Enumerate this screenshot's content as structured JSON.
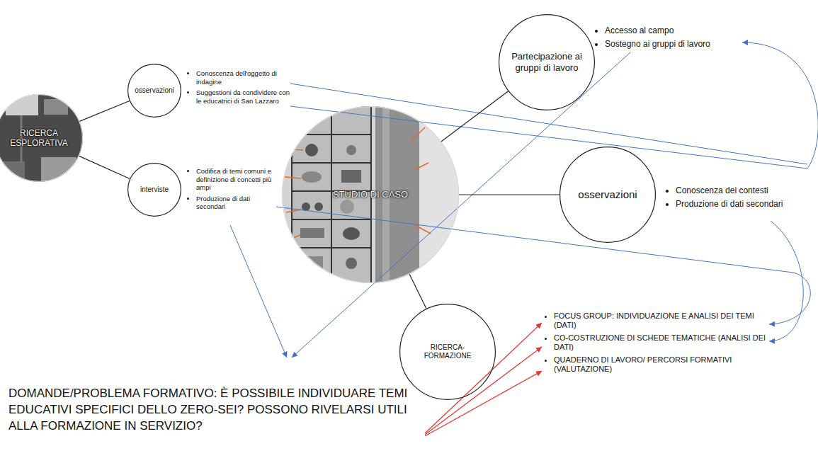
{
  "diagram": {
    "nodes": [
      {
        "text": [
          "RICERCA ESPLORATIVA"
        ]
      },
      {
        "text": [
          "osservazioni"
        ]
      },
      {
        "text": [
          "interviste"
        ]
      },
      {
        "text": [
          "STUDIO DI CASO"
        ]
      },
      {
        "text": [
          "Partecipazione ai gruppi di lavoro"
        ]
      },
      {
        "text": [
          "osservazioni"
        ]
      },
      {
        "text": [
          "RICERCA-FORMAZIONE"
        ]
      }
    ],
    "edges": [
      {
        "from": 0,
        "to": 1,
        "arrow": "none"
      },
      {
        "from": 0,
        "to": 2,
        "arrow": "none"
      },
      {
        "from": 3,
        "to": 4,
        "arrow": "none"
      },
      {
        "from": 3,
        "to": 5,
        "arrow": "none"
      },
      {
        "from": 3,
        "to": 6,
        "arrow": "none"
      }
    ],
    "labels": [
      "Conoscenza dell'oggetto di indagine",
      "Suggestioni da condividere con le educatrici di San Lazzaro",
      "Codifica di temi comuni e definizione di concetti più ampi",
      "Produzione di dati secondari",
      "Accesso al campo",
      "Sostegno ai gruppi di lavoro",
      "Conoscenza dei contesti",
      "Produzione di dati secondari",
      "FOCUS GROUP: INDIVIDUAZIONE E ANALISI DEI TEMI (DATI)",
      "CO-COSTRUZIONE DI SCHEDE TEMATICHE (ANALISI DEI DATI)",
      "QUADERNO DI LAVORO/ PERCORSI FORMATIVI (VALUTAZIONE)",
      "DOMANDE/PROBLEMA FORMATIVO: È POSSIBILE INDIVIDUARE TEMI EDUCATIVI SPECIFICI DELLO ZERO-SEI? POSSONO RIVELARSI UTILI ALLA FORMAZIONE IN SERVIZIO?"
    ]
  }
}
